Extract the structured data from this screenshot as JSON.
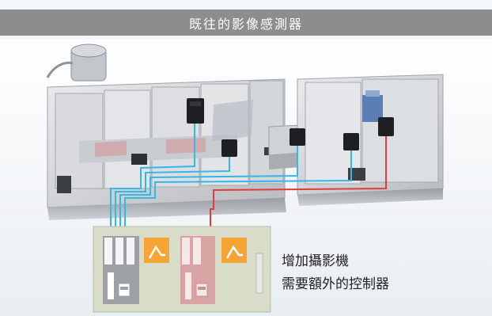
{
  "header": {
    "title": "既往的影像感測器"
  },
  "callout": {
    "line1": "增加攝影機",
    "line2": "需要額外的控制器"
  },
  "colors": {
    "header_bg": "#8d8d8d",
    "blue_cable": "#35b7e8",
    "red_cable": "#e23b3b",
    "controller_orange": "#f6a535",
    "controller_panel": "#d9dcc8"
  }
}
